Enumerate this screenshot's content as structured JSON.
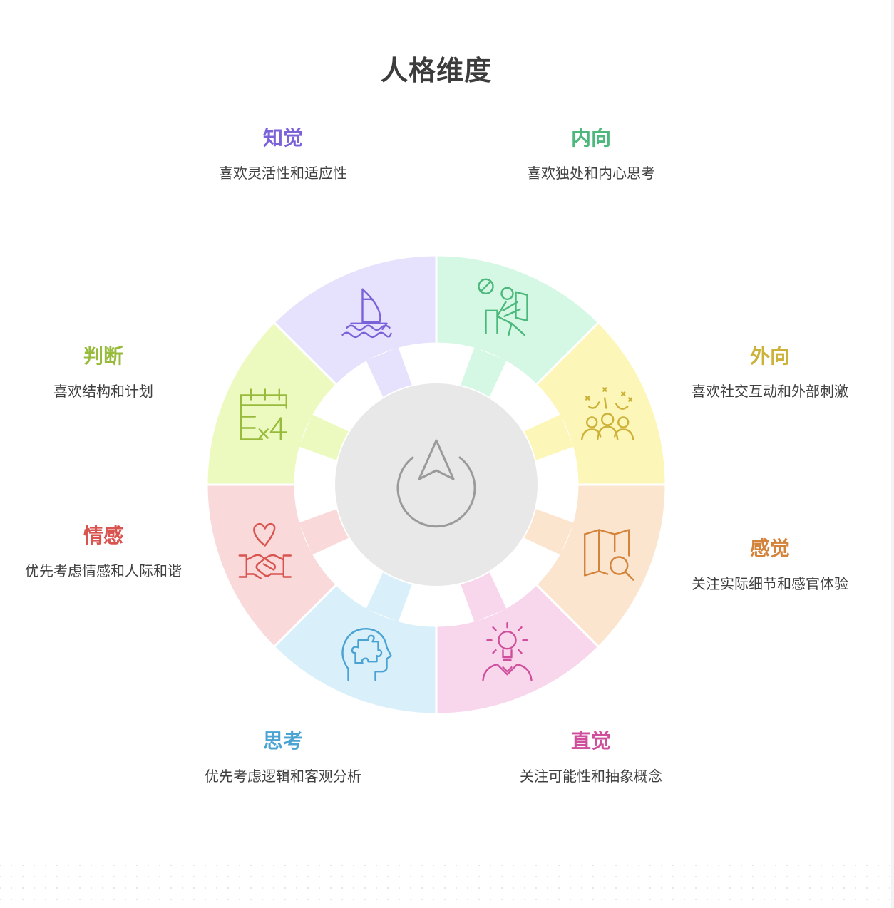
{
  "title": "人格维度",
  "dimensions": [
    {
      "id": "perceiving",
      "name": "知觉",
      "desc": "喜欢灵活性和适应性",
      "color": "#7b62d8",
      "fill": "#e6e1fc",
      "icon": "sailboat-icon"
    },
    {
      "id": "introversion",
      "name": "内向",
      "desc": "喜欢独处和内心思考",
      "color": "#4cb87c",
      "fill": "#d4f8e4",
      "icon": "person-reading-icon"
    },
    {
      "id": "extraversion",
      "name": "外向",
      "desc": "喜欢社交互动和外部刺激",
      "color": "#cdb23a",
      "fill": "#fcf6b8",
      "icon": "celebrating-group-icon"
    },
    {
      "id": "sensing",
      "name": "感觉",
      "desc": "关注实际细节和感官体验",
      "color": "#d4843a",
      "fill": "#fbe5cf",
      "icon": "map-search-icon"
    },
    {
      "id": "intuition",
      "name": "直觉",
      "desc": "关注可能性和抽象概念",
      "color": "#cf4f9c",
      "fill": "#f8d6ec",
      "icon": "lightbulb-person-icon"
    },
    {
      "id": "thinking",
      "name": "思考",
      "desc": "优先考虑逻辑和客观分析",
      "color": "#4aa3d2",
      "fill": "#d9f0fb",
      "icon": "head-puzzle-icon"
    },
    {
      "id": "feeling",
      "name": "情感",
      "desc": "优先考虑情感和人际和谐",
      "color": "#d9534f",
      "fill": "#f9d9d9",
      "icon": "heart-handshake-icon"
    },
    {
      "id": "judging",
      "name": "判断",
      "desc": "喜欢结构和计划",
      "color": "#98bb3c",
      "fill": "#ecfabf",
      "icon": "calendar-repeat-icon"
    }
  ],
  "center": {
    "icon": "compass-navigation-icon",
    "fill": "#e8e8e8",
    "stroke": "#9a9a9a"
  }
}
